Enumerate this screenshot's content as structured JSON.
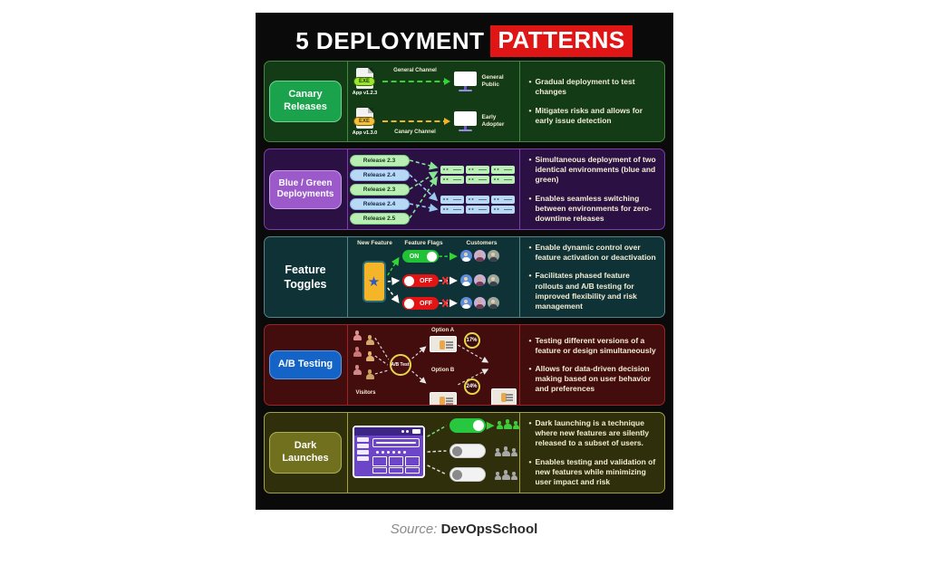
{
  "title": {
    "prefix": "5 DEPLOYMENT",
    "highlight": "PATTERNS"
  },
  "colors": {
    "title_highlight_bg": "#e01515",
    "canary_pill": "#1ba24c",
    "bluegreen_pill": "#9b59c9",
    "ab_pill": "#1464c8",
    "dark_pill": "#70701e",
    "toggle_on": "#21c235",
    "toggle_off": "#e41414"
  },
  "sections": [
    {
      "label": "Canary Releases",
      "rows": [
        {
          "file_badge": "EXE",
          "app_version": "App v1.2.3",
          "channel": "General Channel",
          "audience": "General Public"
        },
        {
          "file_badge": "EXE",
          "app_version": "App v1.3.0",
          "channel": "Canary Channel",
          "audience": "Early Adopter"
        }
      ],
      "bullets": [
        "Gradual deployment to test changes",
        "Mitigates risks and allows for early issue detection"
      ]
    },
    {
      "label": "Blue / Green Deployments",
      "releases": [
        "Release 2.3",
        "Release 2.4",
        "Release 2.3",
        "Release 2.4",
        "Release 2.5"
      ],
      "bullets": [
        "Simultaneous deployment of two identical environments (blue and green)",
        "Enables seamless switching between environments for zero-downtime releases"
      ]
    },
    {
      "label": "Feature Toggles",
      "column_headers": [
        "New Feature",
        "Feature Flags",
        "Customers"
      ],
      "flags": [
        "ON",
        "OFF",
        "OFF"
      ],
      "bullets": [
        "Enable dynamic control over feature activation or deactivation",
        "Facilitates phased feature rollouts and A/B testing for improved flexibility and risk management"
      ]
    },
    {
      "label": "A/B Testing",
      "visitors_label": "Visitors",
      "hub_label": "A/B Test",
      "options": [
        {
          "name": "Option A",
          "percent": "17%"
        },
        {
          "name": "Option B",
          "percent": "24%"
        }
      ],
      "bullets": [
        "Testing different versions of a feature or design simultaneously",
        "Allows for data-driven decision making based on user behavior and preferences"
      ]
    },
    {
      "label": "Dark Launches",
      "bullets": [
        "Dark launching is a technique where new features are silently released to a subset of users.",
        "Enables testing and validation of new features while minimizing user impact and risk"
      ]
    }
  ],
  "footer": {
    "source_label": "Source:",
    "source_name": "DevOpsSchool"
  }
}
